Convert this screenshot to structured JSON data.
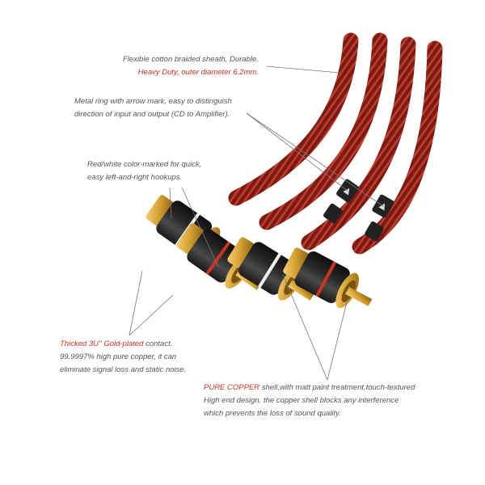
{
  "colors": {
    "sheath": "#a52a1e",
    "accent": "#cc3322",
    "gold": "#d8a433",
    "text": "#555555"
  },
  "annotations": {
    "sheath": {
      "line1": "Flexible cotton braided sheath, Durable.",
      "line2": "Heavy Duty, outer diameter 6.2mm."
    },
    "ring": {
      "line1": "Metal ring with arrow mark, easy to distinguish",
      "line2": "direction of input and output (CD to Amplifier)."
    },
    "color_mark": {
      "line1": "Red/white color-marked for quick,",
      "line2": "easy left-and-right hookups."
    },
    "gold": {
      "line1_red": "Thicked 3U'' Gold-plated",
      "line1_rest": " contact.",
      "line2": "99.9997% high pure copper, it can",
      "line3": "eliminate signal loss and static noise."
    },
    "copper": {
      "line1_red": "PURE COPPER",
      "line1_rest": " shell,with matt paint treatment,touch-textured",
      "line2": "High end design. the copper shell blocks any interference",
      "line3": "which prevents the loss of sound quality."
    }
  }
}
